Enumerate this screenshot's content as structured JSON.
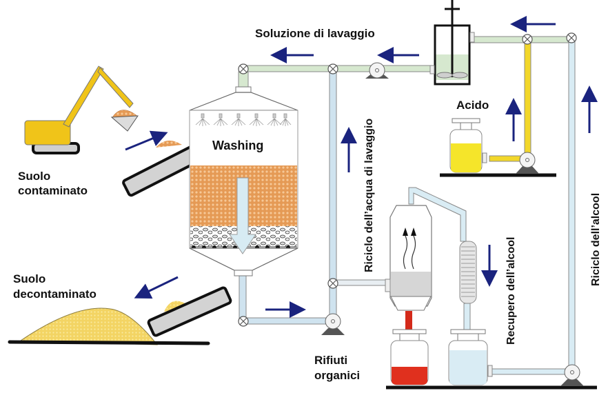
{
  "diagram": {
    "title": "Soil washing process",
    "colors": {
      "flow_arrow": "#1a237e",
      "wash_pipe": "#d6e8cf",
      "water_pipe": "#cfe3ef",
      "acid_pipe": "#f2d72a",
      "excavator": "#f0c419",
      "contaminated_soil": "#e8a060",
      "clean_soil": "#f5d96b",
      "waste": "#e0301e",
      "acid_liquid": "#f5e52a",
      "alcohol_liquid": "#d9ecf4"
    },
    "labels": {
      "wash_solution": "Soluzione di lavaggio",
      "washing": "Washing",
      "acid": "Acido",
      "contaminated_soil": [
        "Suolo",
        "contaminato"
      ],
      "decontaminated_soil": [
        "Suolo",
        "decontaminato"
      ],
      "organic_waste": [
        "Rifiuti",
        "organici"
      ],
      "wash_water_recycle": "Riciclo dell’acqua di lavaggio",
      "alcohol_recovery": "Recupero  dell’alcool",
      "alcohol_recycle": "Riciclo  dell’alcool"
    },
    "components": [
      "excavator",
      "input-conveyor",
      "washing-tower",
      "spray-nozzles",
      "soil-bed",
      "gravel-filter",
      "output-conveyor",
      "decontaminated-soil-pile",
      "mixing-tank",
      "acid-tank",
      "evaporator",
      "condenser",
      "waste-bottle",
      "alcohol-bottle",
      "pumps",
      "valves"
    ]
  }
}
